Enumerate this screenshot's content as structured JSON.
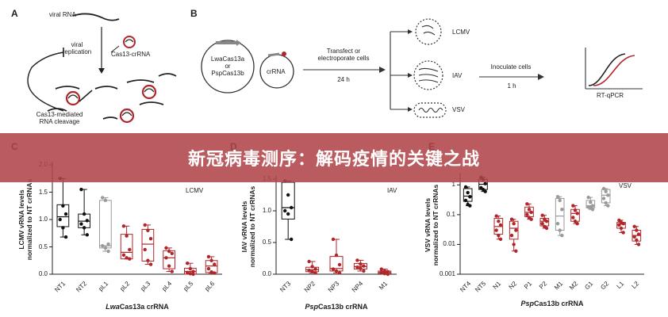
{
  "banner": {
    "title": "新冠病毒测序：解码疫情的关键之战"
  },
  "panel_a": {
    "letter": "A",
    "labels": {
      "viral_rna": "viral RNA",
      "viral_replication": "viral\nreplication",
      "cas13_crrna": "Cas13-crRNA",
      "cleavage": "Cas13-mediated\nRNA cleavage"
    }
  },
  "panel_b": {
    "letter": "B",
    "plasmid1": "LwaCas13a\nor\nPspCas13b",
    "plasmid2": "crRNA",
    "step1": "Transfect or\nelectroporate cells",
    "step1_time": "24 h",
    "viruses": [
      "LCMV",
      "IAV",
      "VSV"
    ],
    "step2": "Inoculate cells",
    "step2_time": "1 h",
    "readout": "RT-qPCR"
  },
  "chart_data": [
    {
      "panel": "C",
      "type": "box",
      "virus_label": "LCMV",
      "ylabel": "LCMV vRNA levels\nnormalized to NT crRNAs",
      "xlabel_italic": "Lwa",
      "xlabel_rest": "Cas13a crRNA",
      "yticks": [
        "0.0",
        "0.5",
        "1.0",
        "1.5",
        "2.0"
      ],
      "ylim": [
        0,
        2.0
      ],
      "categories": [
        "NT1",
        "NT2",
        "pL1",
        "pL2",
        "pL3",
        "pL4",
        "pL5",
        "pL6"
      ],
      "colors": [
        "#111111",
        "#111111",
        "#9a9a9a",
        "#b0262a",
        "#b0262a",
        "#b0262a",
        "#b0262a",
        "#b0262a"
      ],
      "boxes": [
        {
          "min": 0.68,
          "q1": 0.87,
          "median": 1.05,
          "q3": 1.27,
          "max": 1.75
        },
        {
          "min": 0.72,
          "q1": 0.85,
          "median": 0.97,
          "q3": 1.1,
          "max": 1.55
        },
        {
          "min": 0.42,
          "q1": 0.48,
          "median": 0.52,
          "q3": 1.35,
          "max": 1.4
        },
        {
          "min": 0.28,
          "q1": 0.28,
          "median": 0.4,
          "q3": 0.73,
          "max": 0.88
        },
        {
          "min": 0.18,
          "q1": 0.24,
          "median": 0.55,
          "q3": 0.82,
          "max": 0.9
        },
        {
          "min": 0.05,
          "q1": 0.1,
          "median": 0.3,
          "q3": 0.43,
          "max": 0.48
        },
        {
          "min": 0.0,
          "q1": 0.0,
          "median": 0.05,
          "q3": 0.11,
          "max": 0.2
        },
        {
          "min": 0.02,
          "q1": 0.03,
          "median": 0.15,
          "q3": 0.25,
          "max": 0.32
        }
      ],
      "points": [
        [
          1.75,
          1.25,
          1.1,
          1.0,
          0.85,
          0.68
        ],
        [
          1.55,
          1.1,
          0.98,
          0.92,
          0.85,
          0.72
        ],
        [
          1.4,
          1.35,
          0.55,
          0.52,
          0.48,
          0.42
        ],
        [
          0.88,
          0.7,
          0.45,
          0.35,
          0.3,
          0.28
        ],
        [
          0.9,
          0.8,
          0.65,
          0.45,
          0.25,
          0.18
        ],
        [
          0.48,
          0.42,
          0.38,
          0.3,
          0.15,
          0.05
        ],
        [
          0.2,
          0.1,
          0.05,
          0.03,
          0.01,
          0.0
        ],
        [
          0.32,
          0.25,
          0.18,
          0.1,
          0.04,
          0.02
        ]
      ]
    },
    {
      "panel": "D",
      "type": "box",
      "virus_label": "IAV",
      "ylabel": "IAV vRNA levels\nnormalized to NT crRNAs",
      "xlabel_italic": "Psp",
      "xlabel_rest": "Cas13b crRNA",
      "yticks": [
        "0.0",
        "0.5",
        "1.0",
        "1.5"
      ],
      "ylim": [
        0,
        1.5
      ],
      "categories": [
        "NT3",
        "NP2",
        "NP3",
        "NP4",
        "M1"
      ],
      "colors": [
        "#111111",
        "#b0262a",
        "#b0262a",
        "#b0262a",
        "#b0262a"
      ],
      "boxes": [
        {
          "min": 0.55,
          "q1": 0.87,
          "median": 1.05,
          "q3": 1.45,
          "max": 1.47
        },
        {
          "min": 0.02,
          "q1": 0.04,
          "median": 0.07,
          "q3": 0.11,
          "max": 0.2
        },
        {
          "min": 0.02,
          "q1": 0.05,
          "median": 0.09,
          "q3": 0.28,
          "max": 0.55
        },
        {
          "min": 0.05,
          "q1": 0.08,
          "median": 0.12,
          "q3": 0.17,
          "max": 0.22
        },
        {
          "min": 0.0,
          "q1": 0.01,
          "median": 0.03,
          "q3": 0.05,
          "max": 0.08
        }
      ],
      "points": [
        [
          1.47,
          1.25,
          1.05,
          1.0,
          0.95,
          0.55
        ],
        [
          0.2,
          0.12,
          0.08,
          0.06,
          0.04,
          0.02
        ],
        [
          0.55,
          0.3,
          0.15,
          0.08,
          0.05,
          0.02
        ],
        [
          0.22,
          0.16,
          0.13,
          0.11,
          0.09,
          0.05
        ],
        [
          0.08,
          0.05,
          0.04,
          0.03,
          0.01,
          0.0
        ]
      ]
    },
    {
      "panel": "E",
      "type": "box",
      "scale": "log",
      "virus_label": "VSV",
      "ylabel": "VSV vRNA levels\nnormalized to NT crRNAs",
      "xlabel_italic": "Psp",
      "xlabel_rest": "Cas13b crRNA",
      "yticks": [
        "0.001",
        "0.01",
        "0.1",
        "1"
      ],
      "ylim": [
        0.001,
        2
      ],
      "categories": [
        "NT4",
        "NT5",
        "N1",
        "N2",
        "P1",
        "P2",
        "M1",
        "M2",
        "G1",
        "G2",
        "L1",
        "L2"
      ],
      "colors": [
        "#111111",
        "#111111",
        "#b0262a",
        "#b0262a",
        "#b0262a",
        "#b0262a",
        "#9a9a9a",
        "#b0262a",
        "#9a9a9a",
        "#9a9a9a",
        "#b0262a",
        "#b0262a"
      ],
      "boxes": [
        {
          "min": 0.2,
          "q1": 0.28,
          "median": 0.42,
          "q3": 0.75,
          "max": 0.85
        },
        {
          "min": 0.6,
          "q1": 0.7,
          "median": 1.05,
          "q3": 1.55,
          "max": 1.8
        },
        {
          "min": 0.015,
          "q1": 0.022,
          "median": 0.04,
          "q3": 0.075,
          "max": 0.09
        },
        {
          "min": 0.006,
          "q1": 0.015,
          "median": 0.035,
          "q3": 0.06,
          "max": 0.07
        },
        {
          "min": 0.07,
          "q1": 0.085,
          "median": 0.12,
          "q3": 0.18,
          "max": 0.23
        },
        {
          "min": 0.035,
          "q1": 0.042,
          "median": 0.06,
          "q3": 0.075,
          "max": 0.095
        },
        {
          "min": 0.02,
          "q1": 0.03,
          "median": 0.09,
          "q3": 0.35,
          "max": 0.4
        },
        {
          "min": 0.05,
          "q1": 0.06,
          "median": 0.11,
          "q3": 0.15,
          "max": 0.2
        },
        {
          "min": 0.15,
          "q1": 0.17,
          "median": 0.2,
          "q3": 0.3,
          "max": 0.38
        },
        {
          "min": 0.2,
          "q1": 0.25,
          "median": 0.45,
          "q3": 0.7,
          "max": 0.75
        },
        {
          "min": 0.025,
          "q1": 0.035,
          "median": 0.048,
          "q3": 0.055,
          "max": 0.065
        },
        {
          "min": 0.01,
          "q1": 0.013,
          "median": 0.02,
          "q3": 0.03,
          "max": 0.04
        }
      ],
      "points": [
        [
          0.85,
          0.55,
          0.4,
          0.3,
          0.22,
          0.2
        ],
        [
          1.8,
          1.5,
          1.1,
          0.8,
          0.7,
          0.6
        ],
        [
          0.09,
          0.06,
          0.045,
          0.03,
          0.02,
          0.015
        ],
        [
          0.07,
          0.05,
          0.03,
          0.02,
          0.01,
          0.006
        ],
        [
          0.23,
          0.15,
          0.12,
          0.1,
          0.08,
          0.07
        ],
        [
          0.095,
          0.07,
          0.06,
          0.05,
          0.04,
          0.035
        ],
        [
          0.4,
          0.3,
          0.15,
          0.05,
          0.03,
          0.02
        ],
        [
          0.2,
          0.14,
          0.11,
          0.08,
          0.06,
          0.05
        ],
        [
          0.38,
          0.26,
          0.2,
          0.18,
          0.17,
          0.15
        ],
        [
          0.75,
          0.6,
          0.45,
          0.35,
          0.25,
          0.2
        ],
        [
          0.065,
          0.055,
          0.05,
          0.045,
          0.035,
          0.025
        ],
        [
          0.04,
          0.03,
          0.022,
          0.018,
          0.014,
          0.01
        ]
      ]
    }
  ]
}
